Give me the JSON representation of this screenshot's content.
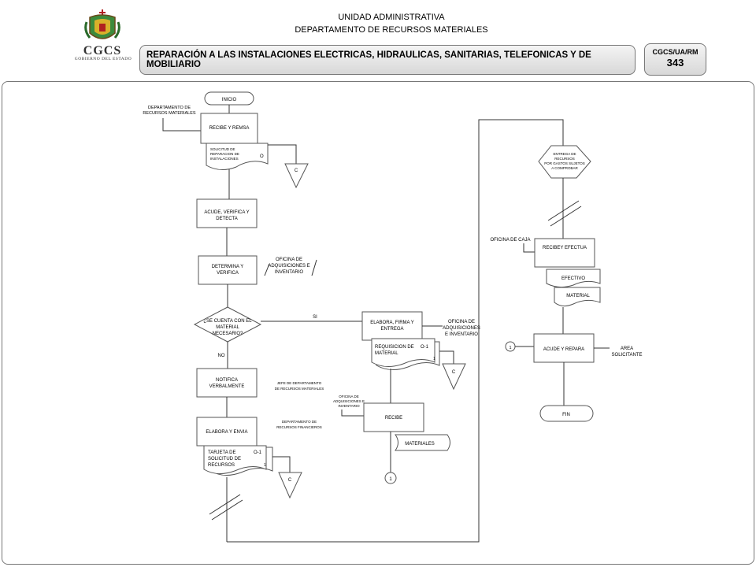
{
  "header": {
    "unit": "UNIDAD ADMINISTRATIVA",
    "department": "DEPARTAMENTO DE RECURSOS MATERIALES",
    "title": "REPARACIÓN A LAS INSTALACIONES ELECTRICAS, HIDRAULICAS, SANITARIAS, TELEFONICAS Y DE MOBILIARIO",
    "code_label": "CGCS/UA/RM",
    "code_number": "343"
  },
  "logo": {
    "name": "CGCS",
    "subtitle": "GOBIERNO DEL ESTADO"
  },
  "flow": {
    "inicio": "INICIO",
    "dept_rm_1": "DEPARTAMENTO DE",
    "dept_rm_2": "RECURSOS MATERIALES",
    "recibe_remsa": "RECIBE Y REMSA",
    "doc_solicitud_1": "SOLICITUD DE",
    "doc_solicitud_2": "REPARACION DE",
    "doc_solicitud_3": "INSTALACIONES",
    "doc_o": "O",
    "file_c1": "C",
    "acude_1": "ACUDE, VERIFICA Y",
    "acude_2": "DETECTA",
    "determina_1": "DETERMINA Y",
    "determina_2": "VERIFICA",
    "oficina_adq_1": "OFICINA DE",
    "oficina_adq_2": "ADQUISICIONES E",
    "oficina_adq_3": "INVENTARIO",
    "decision_1": "¿SE CUENTA CON EL",
    "decision_2": "MATERIAL",
    "decision_3": "NECESARIO?",
    "si": "SI",
    "no": "NO",
    "notifica_1": "NOTIFICA",
    "notifica_2": "VERBALMENTE",
    "jefe_1": "JEFE DE DEPARTAMENTO",
    "jefe_2": "DE RECURSOS MATERIALES",
    "elabora_envia": "ELABORA Y ENVIA",
    "dept_fin_1": "DEPARTAMENTO DE",
    "dept_fin_2": "RECURSOS FINANCIEROS",
    "tarjeta_1": "TARJETA DE",
    "tarjeta_2": "SOLICITUD DE",
    "tarjeta_3": "RECURSOS",
    "copy_o1": "O-1",
    "copy_1": "1",
    "file_c2": "C",
    "elabora_firma_1": "ELABORA, FIRMA Y",
    "elabora_firma_2": "ENTREGA",
    "oficina_adq_b_1": "OFICINA DE",
    "oficina_adq_b_2": "ADQUISICIONES",
    "oficina_adq_b_3": "E INVENTARIO",
    "requisicion_1": "REQUISICION DE",
    "requisicion_2": "MATERIAL",
    "req_o1": "O-1",
    "req_1": "1",
    "file_c3": "C",
    "oficina_small_1": "OFICINA DE",
    "oficina_small_2": "ADQUISICIONES E",
    "oficina_small_3": "INVENTARIO",
    "recibe": "RECIBE",
    "materiales": "MATERIALES",
    "connector_1a": "1",
    "entrega_1": "ENTREGA DE",
    "entrega_2": "RECURSOS",
    "entrega_3": "POR GASTOS SUJETOS",
    "entrega_4": "A COMPROBAR",
    "oficina_caja": "OFICINA DE CAJA",
    "recibe_efectua": "RECIBEY EFECTUA",
    "efectivo": "EFECTIVO",
    "material": "MATERIAL",
    "connector_1b": "1",
    "acude_repara": "ACUDE Y REPARA",
    "area_1": "AREA",
    "area_2": "SOLICITANTE",
    "fin": "FIN"
  },
  "colors": {
    "box_stroke": "#555555",
    "header_fill": "#e6e6e6"
  }
}
